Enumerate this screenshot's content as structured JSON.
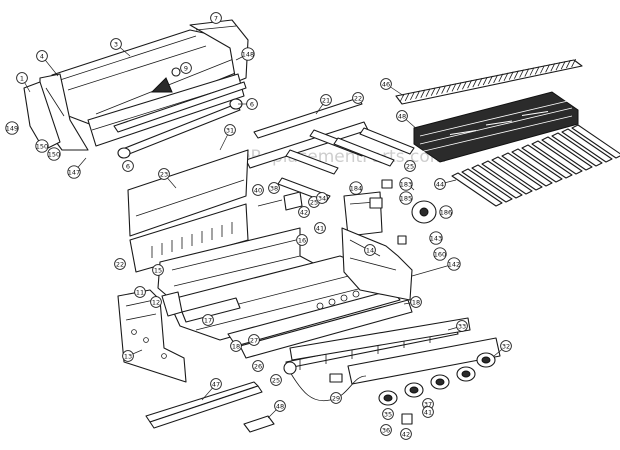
{
  "watermark": "eReplacementParts.com",
  "callouts": [
    {
      "id": "lid",
      "label": "3"
    },
    {
      "id": "lid-handle-end",
      "label": "4"
    },
    {
      "id": "lid-end-left",
      "label": "1"
    },
    {
      "id": "thermometer",
      "label": "9"
    },
    {
      "id": "hinge-right",
      "label": "148"
    },
    {
      "id": "lid-cap-left",
      "label": "149"
    },
    {
      "id": "lid-cap-top-right",
      "label": "7"
    },
    {
      "id": "handle",
      "label": "6"
    },
    {
      "id": "lid-side-a",
      "label": "150"
    },
    {
      "id": "lid-side-b",
      "label": "150"
    },
    {
      "id": "screw-147",
      "label": "147"
    },
    {
      "id": "handle-part-6",
      "label": "6"
    },
    {
      "id": "crossbar",
      "label": "21"
    },
    {
      "id": "crossbar-end",
      "label": "22"
    },
    {
      "id": "burner-set",
      "label": "25"
    },
    {
      "id": "burner-end",
      "label": "25"
    },
    {
      "id": "heat-shield",
      "label": "31"
    },
    {
      "id": "rear-panel",
      "label": "23"
    },
    {
      "id": "rear-panel-lower",
      "label": "22"
    },
    {
      "id": "igniter-40",
      "label": "40"
    },
    {
      "id": "igniter-38",
      "label": "38"
    },
    {
      "id": "electrode-41",
      "label": "41"
    },
    {
      "id": "collector-box",
      "label": "42"
    },
    {
      "id": "part-34",
      "label": "34"
    },
    {
      "id": "grid-rack",
      "label": "48"
    },
    {
      "id": "cooking-grids",
      "label": "46"
    },
    {
      "id": "flavor-bars",
      "label": "44"
    },
    {
      "id": "rotisserie-burner",
      "label": "184"
    },
    {
      "id": "rotisserie-part",
      "label": "183"
    },
    {
      "id": "rotisserie-plate",
      "label": "186"
    },
    {
      "id": "rotisserie-knob",
      "label": "185"
    },
    {
      "id": "side-panel-bracket",
      "label": "143"
    },
    {
      "id": "side-panel-r1",
      "label": "14"
    },
    {
      "id": "side-panel-r2",
      "label": "142"
    },
    {
      "id": "side-panel-r3",
      "label": "160"
    },
    {
      "id": "firebox-bottom",
      "label": "15"
    },
    {
      "id": "firebox-bracket",
      "label": "16"
    },
    {
      "id": "firebox-rail",
      "label": "17"
    },
    {
      "id": "side-left-11",
      "label": "11"
    },
    {
      "id": "side-left-12",
      "label": "12"
    },
    {
      "id": "side-left-13",
      "label": "13"
    },
    {
      "id": "firebox-front",
      "label": "18"
    },
    {
      "id": "firebox-front-r",
      "label": "18"
    },
    {
      "id": "manifold-panel",
      "label": "33"
    },
    {
      "id": "valve-27",
      "label": "27"
    },
    {
      "id": "valve-26",
      "label": "26"
    },
    {
      "id": "valve-25",
      "label": "25"
    },
    {
      "id": "regulator-29",
      "label": "29"
    },
    {
      "id": "knob-35",
      "label": "35"
    },
    {
      "id": "knob-36",
      "label": "36"
    },
    {
      "id": "knob-37",
      "label": "37"
    },
    {
      "id": "knob-41",
      "label": "41"
    },
    {
      "id": "knob-end-32",
      "label": "32"
    },
    {
      "id": "drip-tray",
      "label": "47"
    },
    {
      "id": "grease-cup",
      "label": "48"
    },
    {
      "id": "igniter-button",
      "label": "42"
    }
  ]
}
